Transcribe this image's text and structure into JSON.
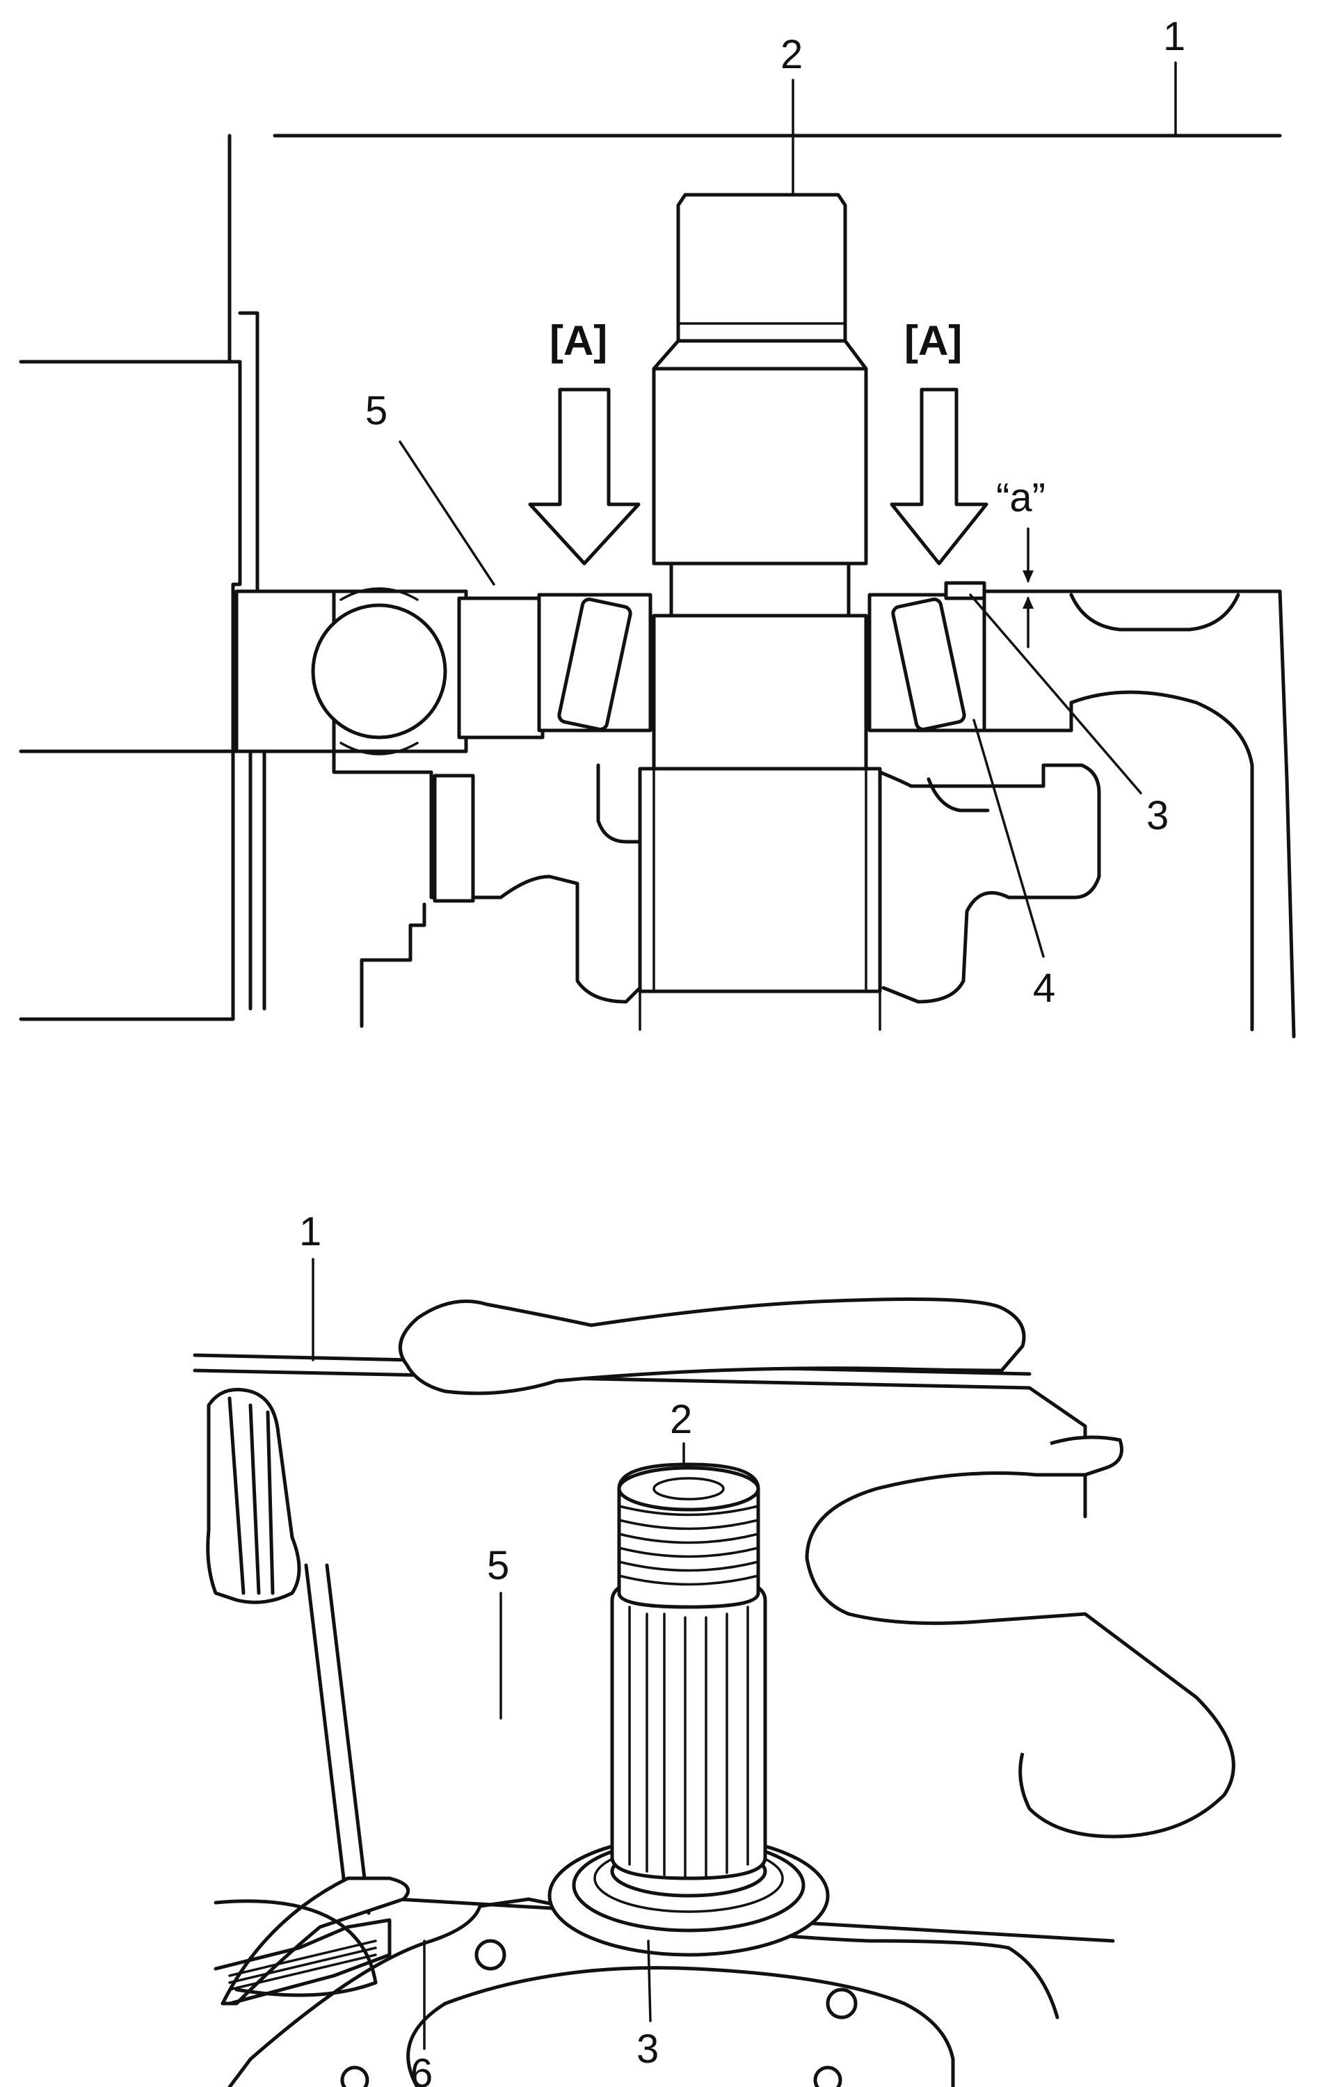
{
  "top_figure": {
    "callouts": [
      "1",
      "2",
      "3",
      "4",
      "5"
    ],
    "arrow_label_left": "[A]",
    "arrow_label_right": "[A]",
    "dimension_label": "“a”"
  },
  "bottom_figure": {
    "callouts": [
      "1",
      "2",
      "3",
      "5",
      "6"
    ]
  }
}
